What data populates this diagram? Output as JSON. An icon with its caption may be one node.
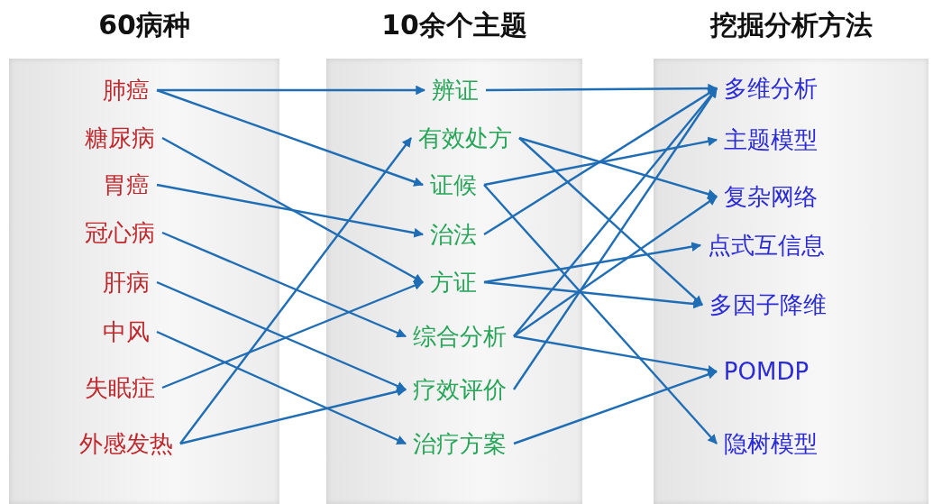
{
  "diagram": {
    "nodes": [
      {
        "text": [
          "60病种"
        ]
      },
      {
        "text": [
          "肺癌"
        ],
        "in": 0
      },
      {
        "text": [
          "糖尿病"
        ],
        "in": 0
      },
      {
        "text": [
          "胃癌"
        ],
        "in": 0
      },
      {
        "text": [
          "冠心病"
        ],
        "in": 0
      },
      {
        "text": [
          "肝病"
        ],
        "in": 0
      },
      {
        "text": [
          "中风"
        ],
        "in": 0
      },
      {
        "text": [
          "失眠症"
        ],
        "in": 0
      },
      {
        "text": [
          "外感发热"
        ],
        "in": 0
      },
      {
        "text": [
          "10余个主题"
        ]
      },
      {
        "text": [
          "辨证"
        ],
        "in": 9
      },
      {
        "text": [
          "有效处方"
        ],
        "in": 9
      },
      {
        "text": [
          "证候"
        ],
        "in": 9
      },
      {
        "text": [
          "治法"
        ],
        "in": 9
      },
      {
        "text": [
          "方证"
        ],
        "in": 9
      },
      {
        "text": [
          "综合分析"
        ],
        "in": 9
      },
      {
        "text": [
          "疗效评价"
        ],
        "in": 9
      },
      {
        "text": [
          "治疗方案"
        ],
        "in": 9
      },
      {
        "text": [
          "挖掘分析方法"
        ]
      },
      {
        "text": [
          "多维分析"
        ],
        "in": 18
      },
      {
        "text": [
          "主题模型"
        ],
        "in": 18
      },
      {
        "text": [
          "复杂网络"
        ],
        "in": 18
      },
      {
        "text": [
          "点式互信息"
        ],
        "in": 18
      },
      {
        "text": [
          "多因子降维"
        ],
        "in": 18
      },
      {
        "text": [
          "POMDP"
        ],
        "in": 18
      },
      {
        "text": [
          "隐树模型"
        ],
        "in": 18
      }
    ],
    "edges": [
      {
        "from": 1,
        "to": 10,
        "arrow": "to"
      },
      {
        "from": 1,
        "to": 12,
        "arrow": "to"
      },
      {
        "from": 2,
        "to": 14,
        "arrow": "to"
      },
      {
        "from": 3,
        "to": 13,
        "arrow": "to"
      },
      {
        "from": 4,
        "to": 15,
        "arrow": "to"
      },
      {
        "from": 5,
        "to": 16,
        "arrow": "to"
      },
      {
        "from": 6,
        "to": 17,
        "arrow": "to"
      },
      {
        "from": 7,
        "to": 14,
        "arrow": "to"
      },
      {
        "from": 8,
        "to": 11,
        "arrow": "to"
      },
      {
        "from": 8,
        "to": 16,
        "arrow": "to"
      },
      {
        "from": 10,
        "to": 19,
        "arrow": "to"
      },
      {
        "from": 11,
        "to": 21,
        "arrow": "to"
      },
      {
        "from": 11,
        "to": 23,
        "arrow": "to"
      },
      {
        "from": 12,
        "to": 20,
        "arrow": "to"
      },
      {
        "from": 12,
        "to": 25,
        "arrow": "to"
      },
      {
        "from": 13,
        "to": 19,
        "arrow": "to"
      },
      {
        "from": 14,
        "to": 22,
        "arrow": "to"
      },
      {
        "from": 14,
        "to": 23,
        "arrow": "to"
      },
      {
        "from": 15,
        "to": 19,
        "arrow": "to"
      },
      {
        "from": 15,
        "to": 21,
        "arrow": "to"
      },
      {
        "from": 15,
        "to": 24,
        "arrow": "to"
      },
      {
        "from": 16,
        "to": 19,
        "arrow": "to"
      },
      {
        "from": 17,
        "to": 24,
        "arrow": "to"
      }
    ]
  }
}
